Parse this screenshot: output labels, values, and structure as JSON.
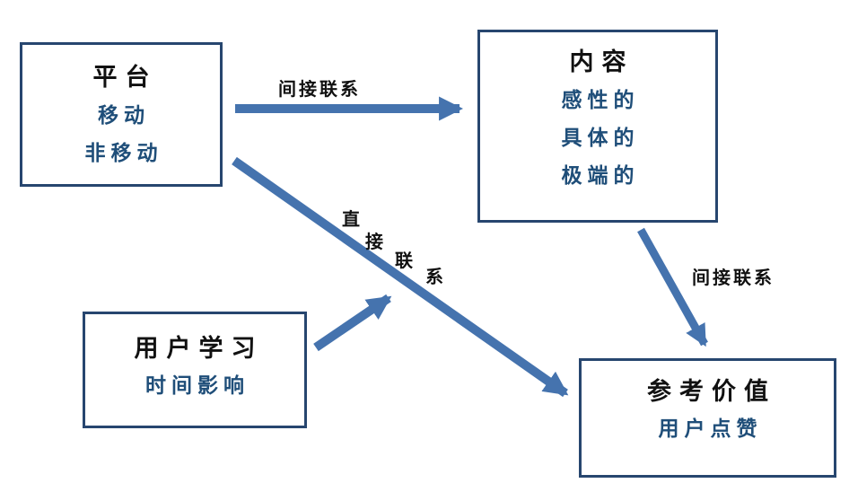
{
  "diagram": {
    "boxes": {
      "platform": {
        "title": "平台",
        "lines": [
          "移动",
          "非移动"
        ]
      },
      "content": {
        "title": "内容",
        "lines": [
          "感性的",
          "具体的",
          "极端的"
        ]
      },
      "user_learning": {
        "title": "用户学习",
        "lines": [
          "时间影响"
        ]
      },
      "reference_value": {
        "title": "参考价值",
        "lines": [
          "用户点赞"
        ]
      }
    },
    "arrow_labels": {
      "platform_to_content": "间接联系",
      "content_to_reference": "间接联系",
      "platform_to_reference_chars": [
        "直",
        "接",
        "联",
        "系"
      ]
    },
    "colors": {
      "arrow_blue": "#4573ae",
      "box_border_navy": "#27466f",
      "accent_text_blue": "#1f4e79",
      "title_text_black": "#111111",
      "background": "#ffffff"
    }
  }
}
